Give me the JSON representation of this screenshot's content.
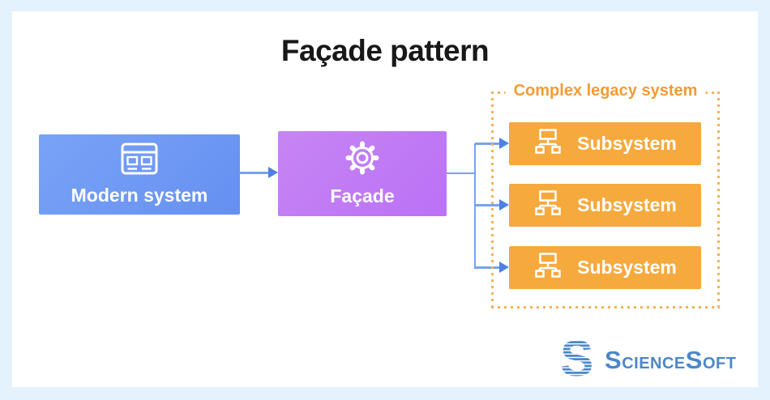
{
  "title": "Façade pattern",
  "nodes": {
    "modern": {
      "label": "Modern system",
      "icon": "browser-window-icon"
    },
    "facade": {
      "label": "Façade",
      "icon": "gear-icon"
    }
  },
  "legacy": {
    "label": "Complex legacy system",
    "icon": "sitemap-icon",
    "subsystems": [
      {
        "label": "Subsystem"
      },
      {
        "label": "Subsystem"
      },
      {
        "label": "Subsystem"
      }
    ]
  },
  "logo": {
    "mark_letter": "S",
    "parts": [
      "S",
      "CIENCE",
      "S",
      "OFT"
    ]
  },
  "colors": {
    "frame": "#e4f2fd",
    "title": "#181818",
    "blue-a": "#79a3f7",
    "blue-b": "#6590f1",
    "purple-a": "#c685f3",
    "purple-b": "#bb71f6",
    "orange": "#f6a93d",
    "orange-border": "#f3b259",
    "orange-text": "#f49b36",
    "arrow": "#76a3ec",
    "arrow-head": "#4f7fe3",
    "logo-blue": "#4c88c8"
  }
}
